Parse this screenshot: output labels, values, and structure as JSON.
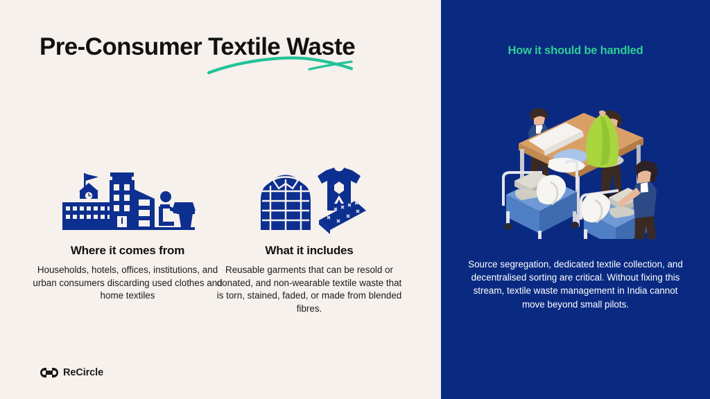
{
  "slide": {
    "background_color": "#f6f1ed",
    "accent_green": "#2ecf93",
    "brand_navy": "#0a2a82",
    "icon_blue": "#0d2f8f"
  },
  "left": {
    "title": "Pre-Consumer Textile Waste",
    "columns": [
      {
        "icon": "buildings-and-office-worker-icon",
        "heading": "Where it comes from",
        "body": "Households, hotels, offices, institutions, and urban consumers discarding used clothes and home textiles"
      },
      {
        "icon": "garments-jacket-tshirt-folded-textile-icon",
        "heading": "What it includes",
        "body": "Reusable garments that can be resold or donated, and non-wearable textile waste that is torn, stained, faded, or made from blended fibres."
      }
    ],
    "logo": {
      "mark": "infinity-loop-icon",
      "text": "ReCircle"
    }
  },
  "right": {
    "heading": "How it should be handled",
    "illustration": "isometric-textile-sorting-workers-icon",
    "body": "Source segregation, dedicated textile collection, and decentralised sorting are critical. Without fixing this stream, textile waste management in India cannot move beyond small pilots."
  }
}
